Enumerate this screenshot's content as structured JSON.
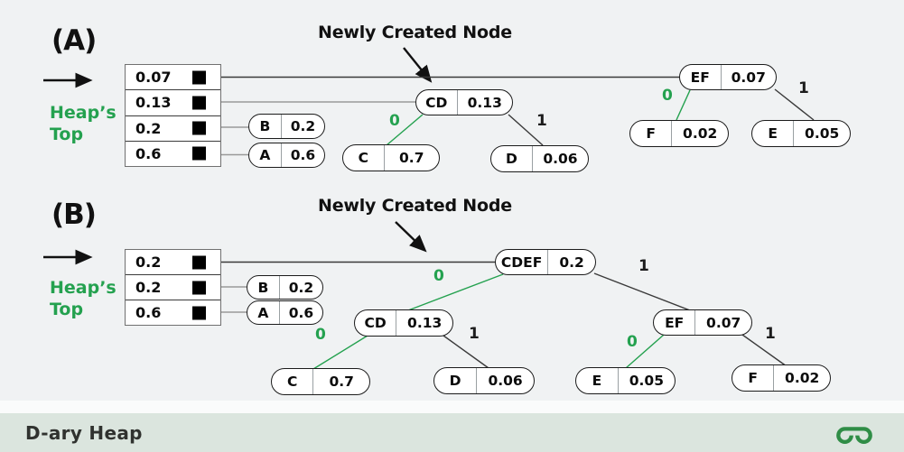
{
  "colors": {
    "accent_green": "#24a14f",
    "logo_green": "#2f8d46",
    "footer_bar_bg": "#dbe5de",
    "background": "#f0f2f3"
  },
  "labels": {
    "newly_created_node": "Newly Created Node",
    "heaps_top_line1": "Heap’s",
    "heaps_top_line2": "Top"
  },
  "icons": {
    "heap_top_arrow": "right-arrow",
    "pointer_arrow": "diagonal-arrow",
    "heap_item_marker": "black-square",
    "footer_logo": "geeksforgeeks-logo"
  },
  "sections": {
    "a": {
      "id_label": "(A)",
      "heap_rows": [
        "0.07",
        "0.13",
        "0.2",
        "0.6"
      ],
      "nodes": {
        "b": {
          "label": "B",
          "value": "0.2"
        },
        "a": {
          "label": "A",
          "value": "0.6"
        },
        "cd": {
          "label": "CD",
          "value": "0.13"
        },
        "c": {
          "label": "C",
          "value": "0.7"
        },
        "d": {
          "label": "D",
          "value": "0.06"
        },
        "ef": {
          "label": "EF",
          "value": "0.07"
        },
        "f": {
          "label": "F",
          "value": "0.02"
        },
        "e": {
          "label": "E",
          "value": "0.05"
        }
      },
      "edge_labels": {
        "cd_c": "0",
        "cd_d": "1",
        "ef_f": "0",
        "ef_e": "1"
      }
    },
    "b": {
      "id_label": "(B)",
      "heap_rows": [
        "0.2",
        "0.2",
        "0.6"
      ],
      "nodes": {
        "b": {
          "label": "B",
          "value": "0.2"
        },
        "a": {
          "label": "A",
          "value": "0.6"
        },
        "cdef": {
          "label": "CDEF",
          "value": "0.2"
        },
        "cd": {
          "label": "CD",
          "value": "0.13"
        },
        "ef": {
          "label": "EF",
          "value": "0.07"
        },
        "c": {
          "label": "C",
          "value": "0.7"
        },
        "d": {
          "label": "D",
          "value": "0.06"
        },
        "e": {
          "label": "E",
          "value": "0.05"
        },
        "f": {
          "label": "F",
          "value": "0.02"
        }
      },
      "edge_labels": {
        "cdef_cd": "0",
        "cdef_ef": "1",
        "cd_c": "0",
        "cd_d": "1",
        "ef_e": "0",
        "ef_f": "1"
      }
    }
  },
  "footer": {
    "title": "D-ary Heap"
  }
}
